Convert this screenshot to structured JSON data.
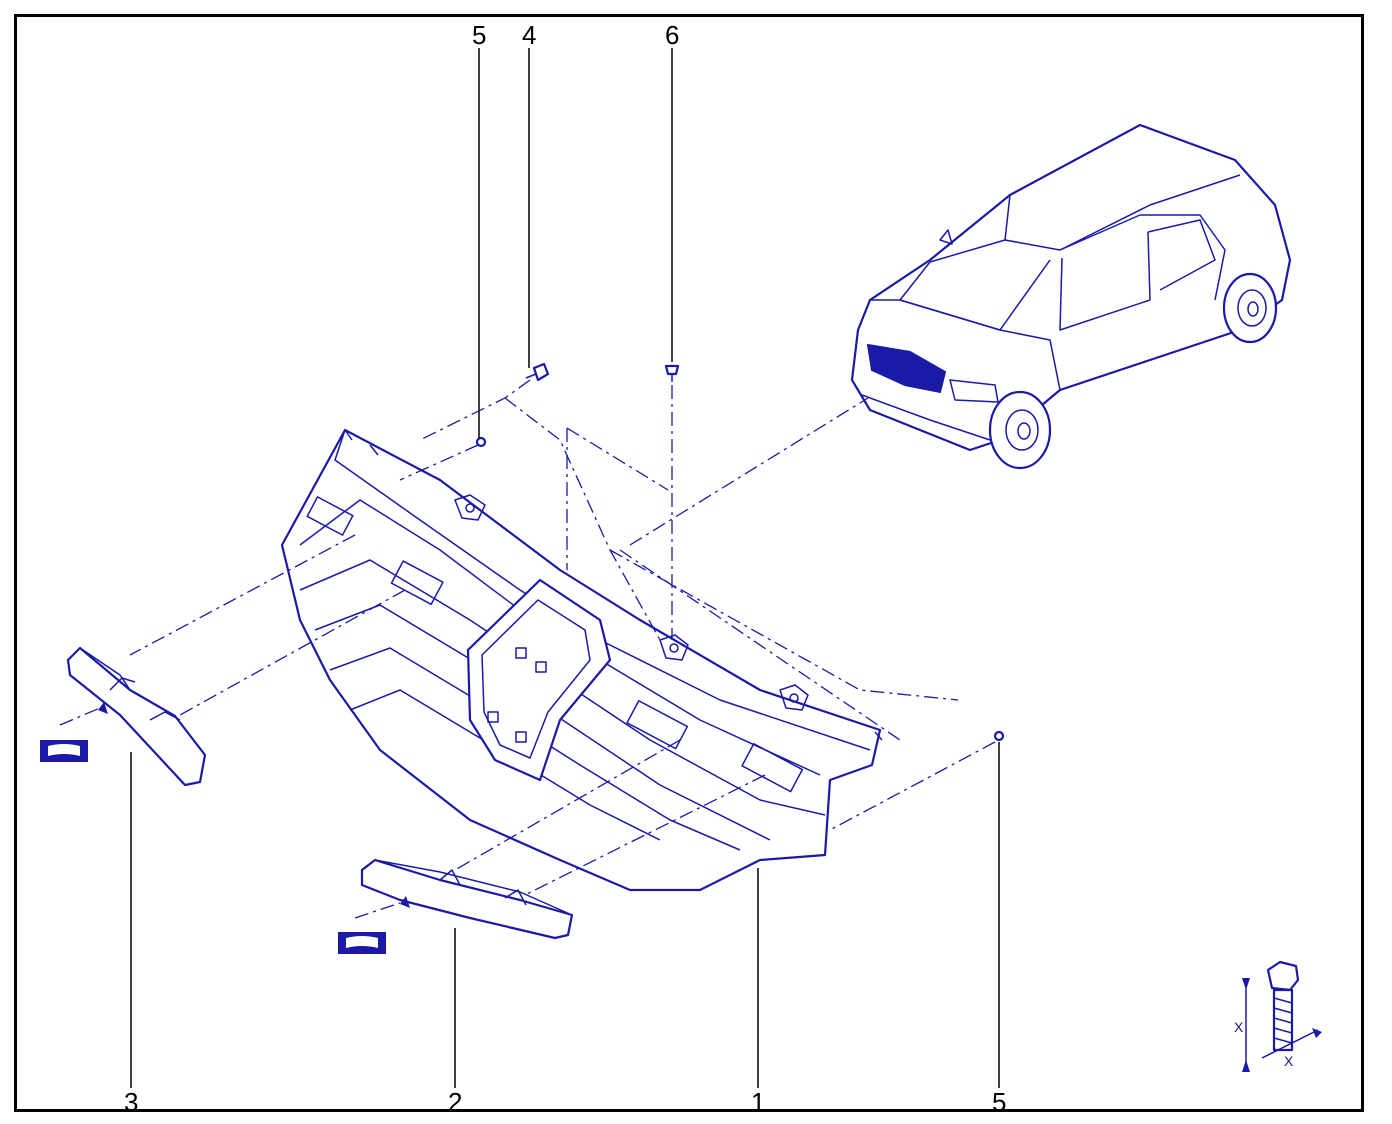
{
  "diagram": {
    "callouts": {
      "top_5": "5",
      "top_4": "4",
      "top_6": "6",
      "bottom_3": "3",
      "bottom_2": "2",
      "bottom_1": "1",
      "bottom_5": "5"
    },
    "torque_symbol": {
      "x_label_1": "X",
      "x_label_2": "X"
    },
    "colors": {
      "line": "#1a1aa6",
      "frame": "#000000",
      "background": "#ffffff"
    }
  }
}
